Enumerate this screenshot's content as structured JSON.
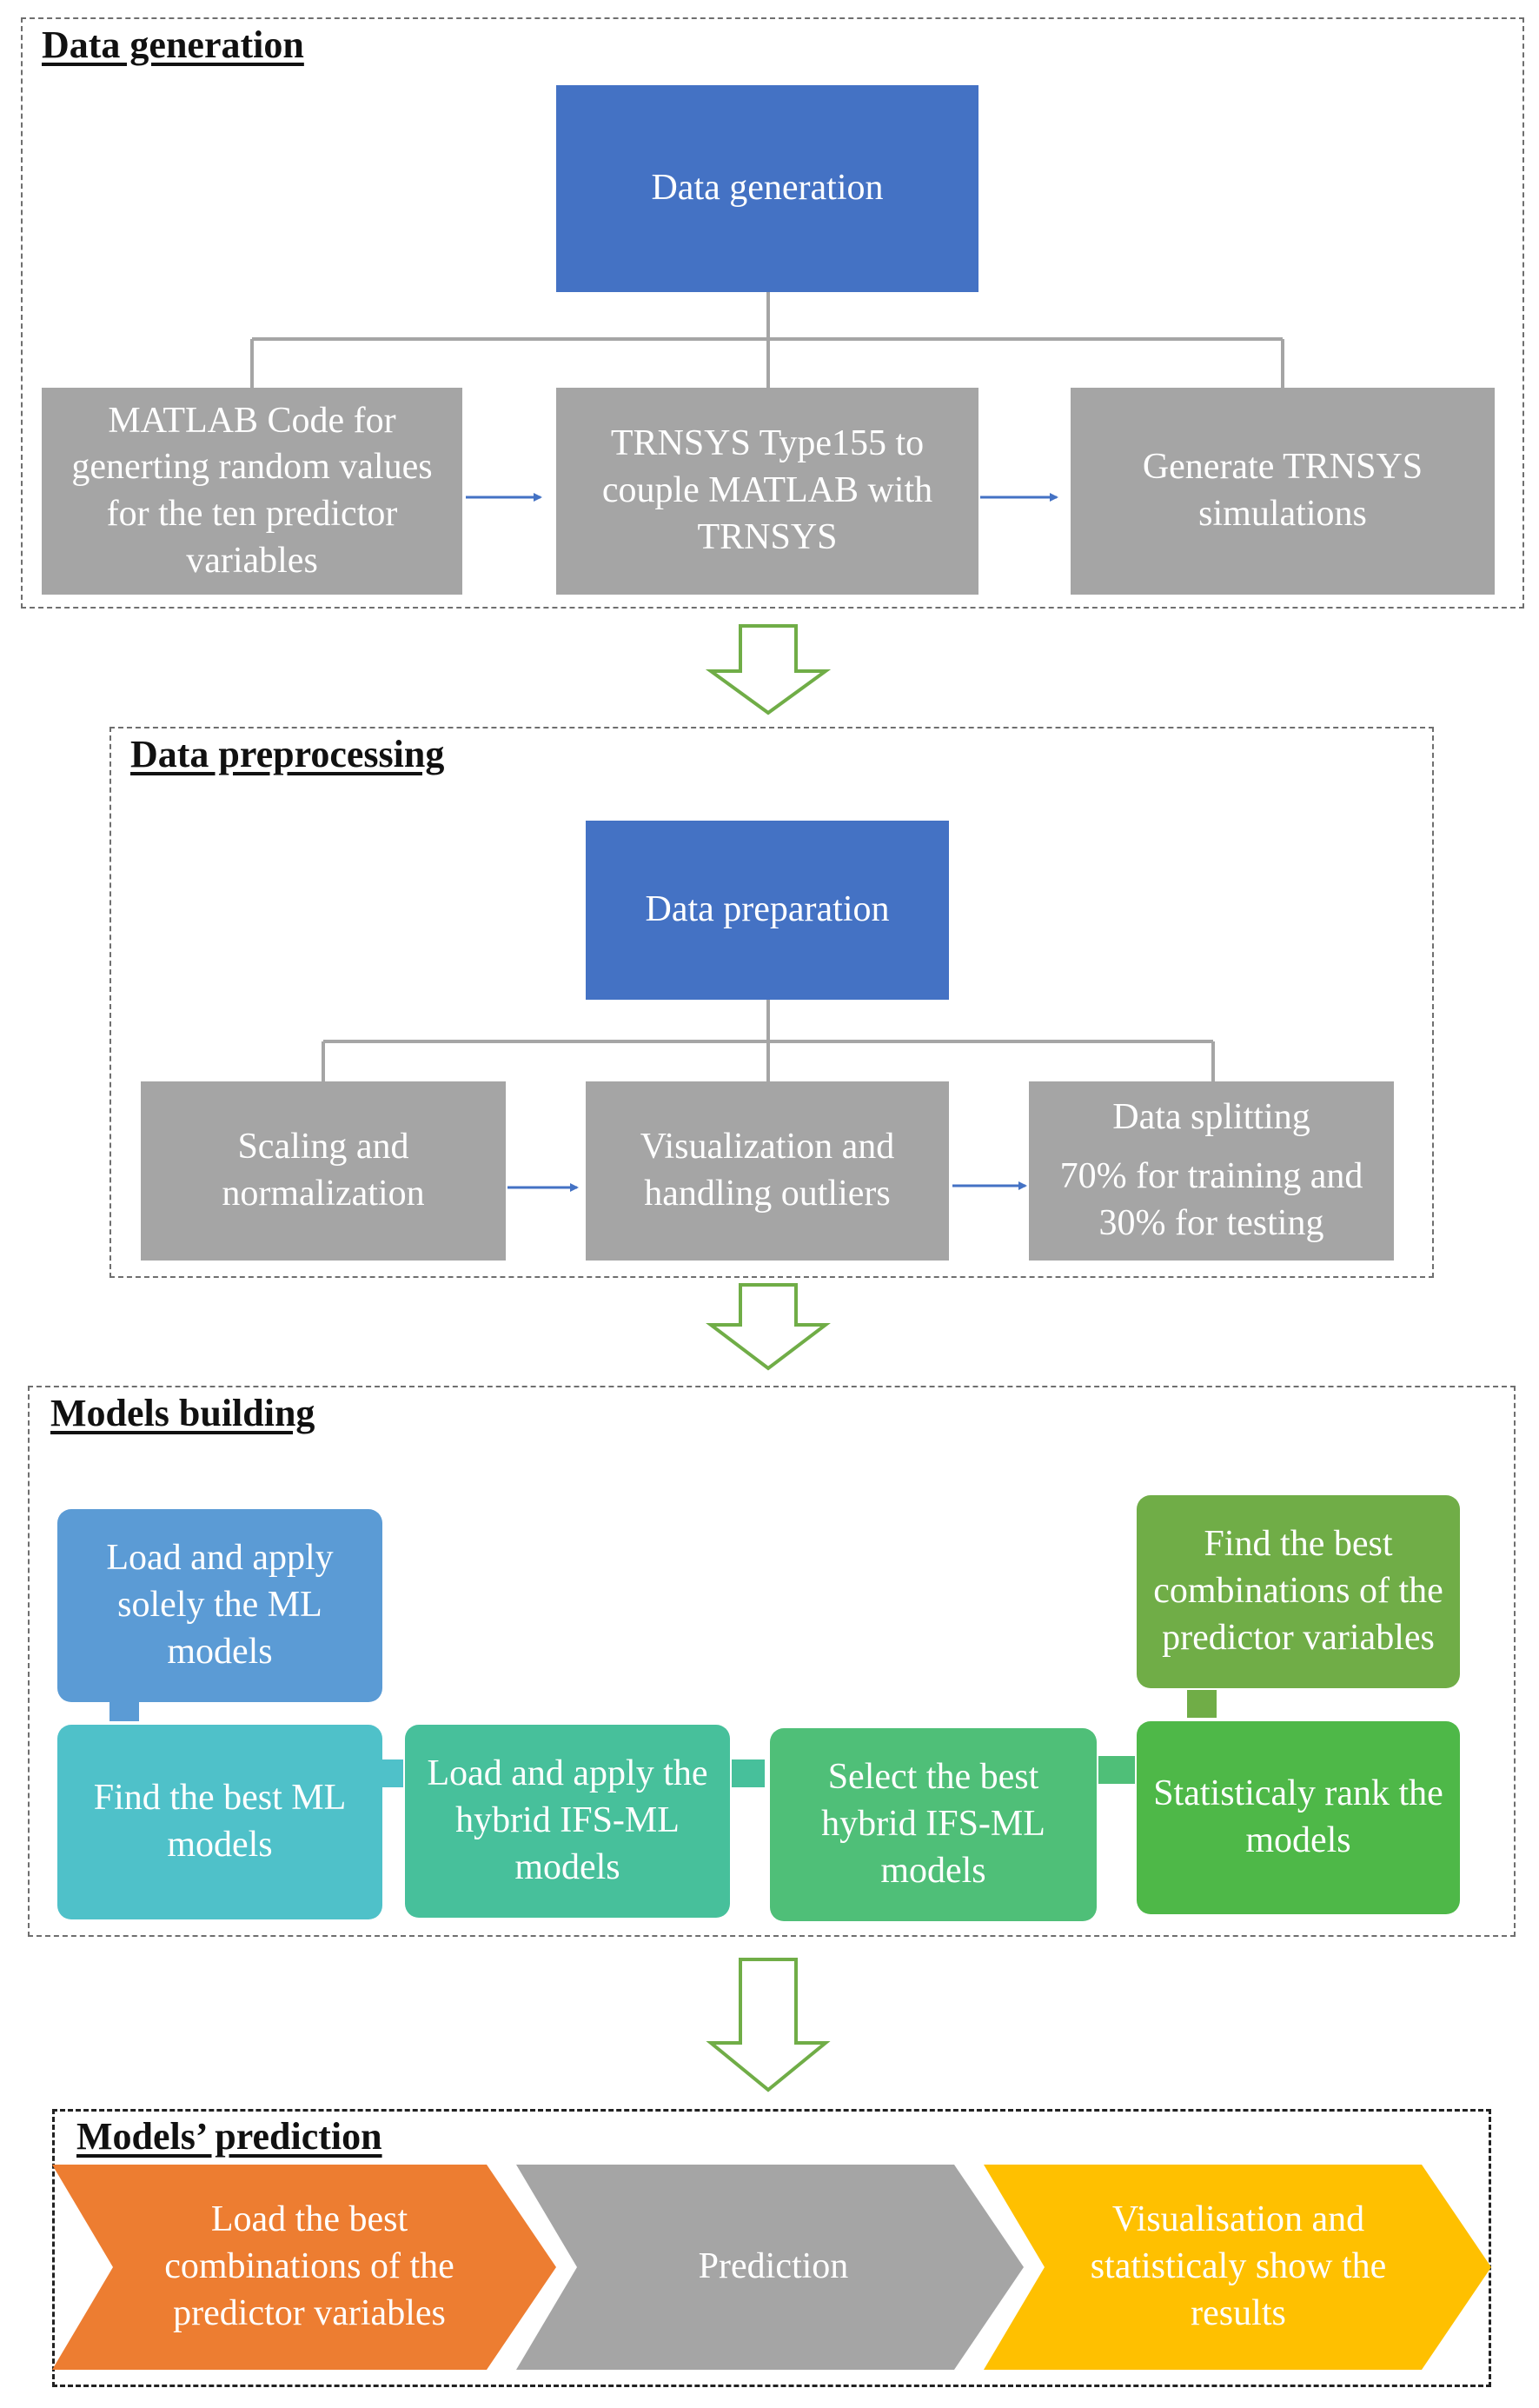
{
  "colors": {
    "blue": "#4472c4",
    "gray": "#a5a5a5",
    "arrow_blue": "#4472c4",
    "down_arrow_green": "#70ad47",
    "connector_gray": "#a5a5a5",
    "mb_load_ml": "#5b9bd5",
    "mb_find_ml": "#4fc1c9",
    "mb_hybrid": "#47c09b",
    "mb_select": "#4fbf78",
    "mb_rank": "#4eb848",
    "mb_combos": "#70ad47",
    "orange": "#ed7d31",
    "gold": "#ffc000"
  },
  "data_generation": {
    "title": "Data generation",
    "top_box": "Data generation",
    "matlab_box": "MATLAB Code for generting random values for the ten predictor variables",
    "trnsys_box": "TRNSYS Type155 to couple MATLAB with TRNSYS",
    "simulations_box": "Generate TRNSYS simulations"
  },
  "data_preprocessing": {
    "title": "Data preprocessing",
    "top_box": "Data preparation",
    "scaling_box": "Scaling and normalization",
    "visualization_box": "Visualization and handling outliers",
    "splitting_title": "Data splitting",
    "splitting_detail": "70% for training and 30% for testing"
  },
  "models_building": {
    "title": "Models building",
    "load_ml": "Load and apply solely the ML models",
    "find_best_ml": "Find the best ML models",
    "load_hybrid": "Load and apply the hybrid IFS-ML models",
    "select_hybrid": "Select the best hybrid IFS-ML models",
    "rank_models": "Statisticaly rank the models",
    "find_combinations": "Find the best combinations of the predictor variables"
  },
  "models_prediction": {
    "title": "Models’ prediction",
    "step1": "Load the best combinations of the predictor variables",
    "step2": "Prediction",
    "step3": "Visualisation and statisticaly show the results"
  }
}
